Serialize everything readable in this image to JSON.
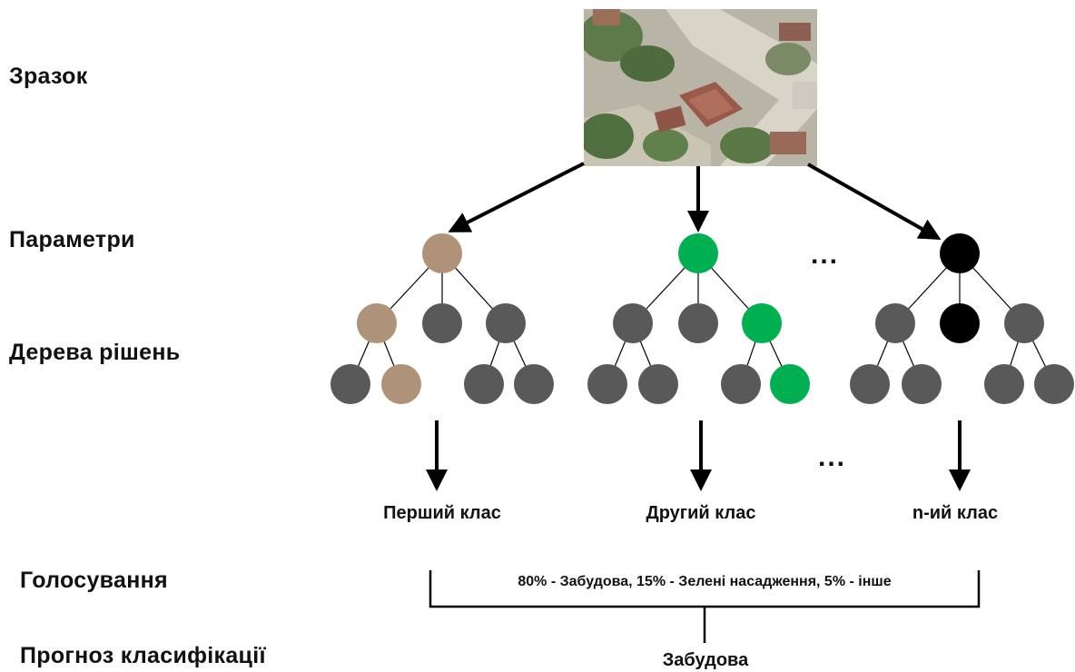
{
  "labels": {
    "sample": "Зразок",
    "parameters": "Параметри",
    "decision_trees": "Дерева рішень",
    "voting": "Голосування",
    "prediction": "Прогноз класифікації"
  },
  "classes": {
    "first": "Перший клас",
    "second": "Другий клас",
    "nth": "n-ий клас"
  },
  "ellipsis": "...",
  "voting_text": "80% - Забудова, 15% - Зелені насадження, 5% - інше",
  "prediction_text": "Забудова",
  "colors": {
    "tree_1_path": "#ae9379",
    "tree_2_path": "#00b050",
    "tree_3_path": "#000000",
    "node_default": "#595959",
    "arrow": "#000000"
  }
}
